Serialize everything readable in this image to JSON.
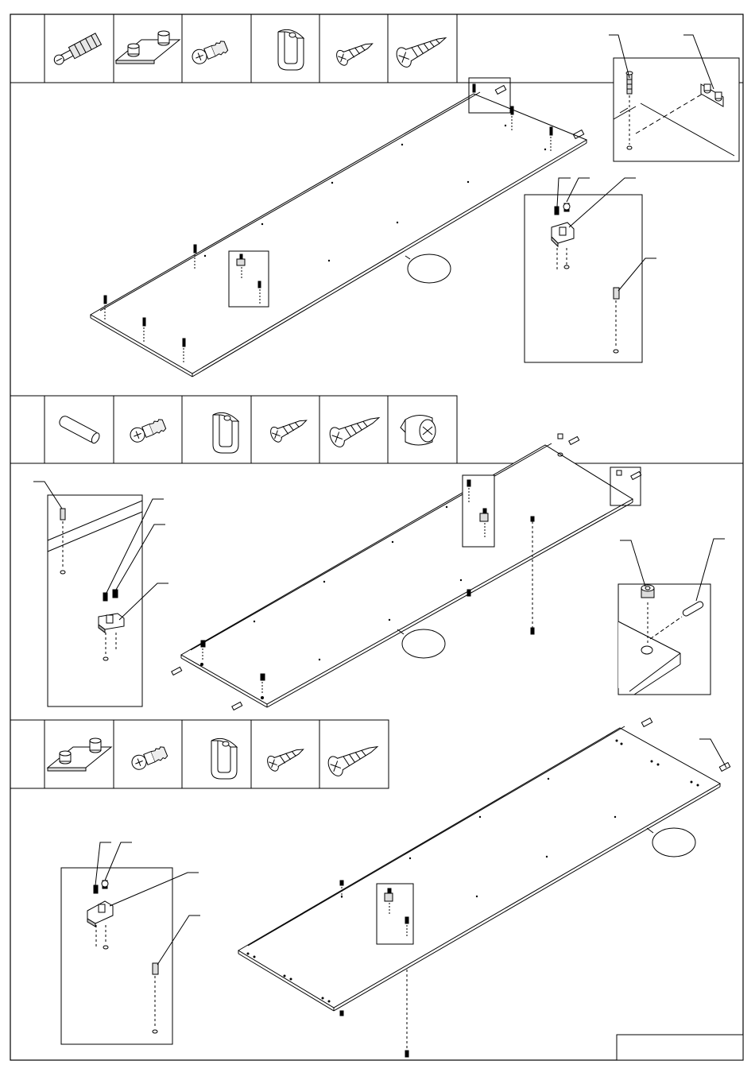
{
  "document": {
    "type": "assembly-instruction-sheet",
    "sections": [
      {
        "id": "step-a",
        "parts_row": [
          "cam-bolt-icon",
          "hanger-plate-icon",
          "euro-screw-icon",
          "u-clip-icon",
          "short-screw-icon",
          "long-screw-icon"
        ],
        "part_callouts": [],
        "panel_label": ""
      },
      {
        "id": "step-b",
        "parts_row": [
          "dowel-icon",
          "euro-screw-icon",
          "u-clip-icon",
          "short-screw-icon",
          "long-screw-icon",
          "cam-lock-icon"
        ],
        "part_callouts": [],
        "panel_label": ""
      },
      {
        "id": "step-c",
        "parts_row": [
          "hanger-plate-icon",
          "euro-screw-icon",
          "u-clip-icon",
          "short-screw-icon",
          "long-screw-icon"
        ],
        "part_callouts": [],
        "panel_label": ""
      }
    ],
    "footer_box": ""
  },
  "colors": {
    "ink": "#000000",
    "paper": "#ffffff",
    "shade": "#d8d8d8"
  }
}
